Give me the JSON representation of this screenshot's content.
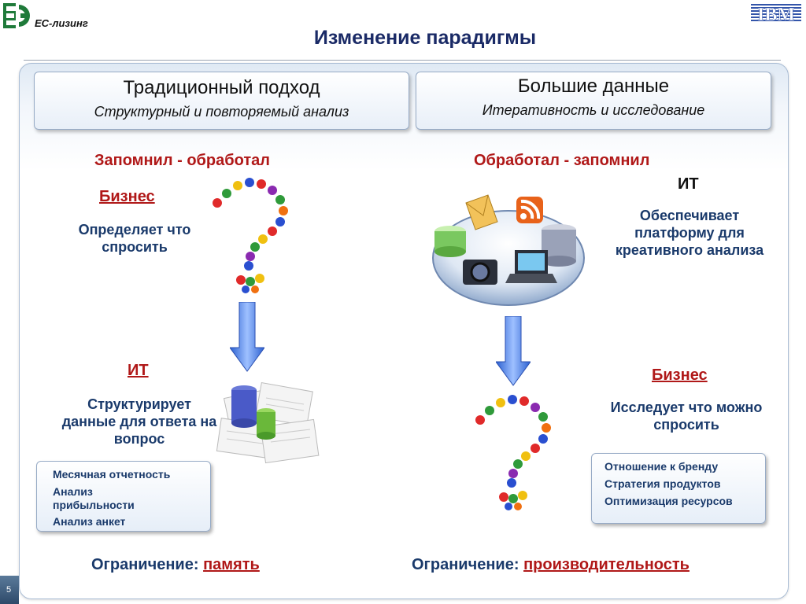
{
  "header": {
    "logo_text": "ЕС-лизинг",
    "brand_right": "IBM",
    "title": "Изменение парадигмы"
  },
  "left": {
    "heading": "Традиционный подход",
    "subheading": "Структурный и повторяемый анализ",
    "principle": "Запомнил -  обработал",
    "business_label": "Бизнес",
    "business_text": "Определяет что спросить",
    "it_label": "ИТ",
    "it_text": "Структурирует данные для ответа на вопрос",
    "list": [
      "Месячная отчетность",
      "Анализ прибыльности",
      "Анализ анкет"
    ],
    "limit_label": "Ограничение:",
    "limit_value": "память"
  },
  "right": {
    "heading": "Большие данные",
    "subheading": "Итеративность и исследование",
    "principle": "Обработал - запомнил",
    "it_label": "ИТ",
    "it_text": "Обеспечивает платформу для креативного анализа",
    "business_label": "Бизнес",
    "business_text": "Исследует что можно спросить",
    "list": [
      "Отношение к бренду",
      "Стратегия продуктов",
      "Оптимизация ресурсов"
    ],
    "limit_label": "Ограничение:",
    "limit_value": "производительность"
  },
  "footer": {
    "page_number": "5"
  },
  "colors": {
    "title": "#1a2a66",
    "accent_red": "#b01818",
    "body_blue": "#1a3a6b",
    "arrow_blue": "#4a7fe0"
  }
}
